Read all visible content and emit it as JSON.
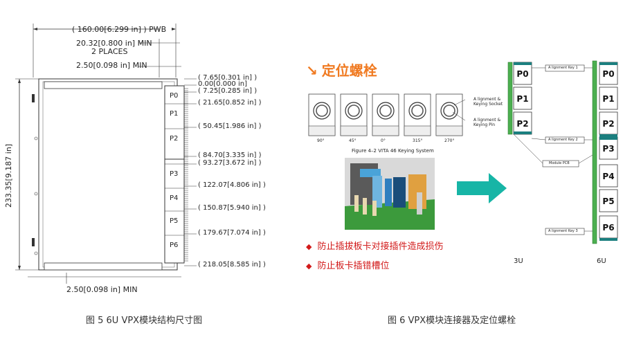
{
  "fig5": {
    "dim_pwb": "( 160.00[6.299 in] ) PWB",
    "dim_min_top": "20.32[0.800 in] MIN",
    "dim_places": "2 PLACES",
    "dim_250_top": "2.50[0.098 in] MIN",
    "dim_height": "233.35[9.187 in]",
    "dim_250_bottom": "2.50[0.098 in] MIN",
    "right_dims": [
      "( 7.65[0.301 in] )",
      "0.00[0.000 in]",
      "( 7.25[0.285 in] )",
      "( 21.65[0.852 in] )",
      "( 50.45[1.986 in] )",
      "( 84.70[3.335 in] )",
      "( 93.27[3.672 in] )",
      "( 122.07[4.806 in] )",
      "( 150.87[5.940 in] )",
      "( 179.67[7.074 in] )",
      "( 218.05[8.585 in] )"
    ],
    "connectors": [
      "P0",
      "P1",
      "P2",
      "P3",
      "P4",
      "P5",
      "P6"
    ],
    "caption": "图 5  6U VPX模块结构尺寸图"
  },
  "fig6": {
    "heading_arrow": "↘",
    "heading": "定位螺栓",
    "keying_angles": [
      "90°",
      "45°",
      "0°",
      "315°",
      "270°"
    ],
    "keying_label_socket": "A lignment &\nKeying Socket",
    "keying_label_pin": "A lignment &\nKeying Pin",
    "keying_caption": "Figure 4–2 VITA 46 Keying System",
    "bullets": [
      "防止插拔板卡对接插件造成损伤",
      "防止板卡插错槽位"
    ],
    "slots_3u": [
      "P0",
      "P1",
      "P2"
    ],
    "slots_6u": [
      "P0",
      "P1",
      "P2",
      "P3",
      "P4",
      "P5",
      "P6"
    ],
    "key1": "A lignment Key 1",
    "key2": "A lignment Key 2",
    "key3": "A lignment Key 3",
    "module_pcb": "Module PCB",
    "label_3u": "3U",
    "label_6u": "6U",
    "caption": "图 6  VPX模块连接器及定位螺栓"
  },
  "colors": {
    "orange": "#f07a21",
    "red": "#d21a1a",
    "teal": "#17b5a6",
    "green": "#4caf50",
    "dark_teal": "#1b7f7f"
  }
}
